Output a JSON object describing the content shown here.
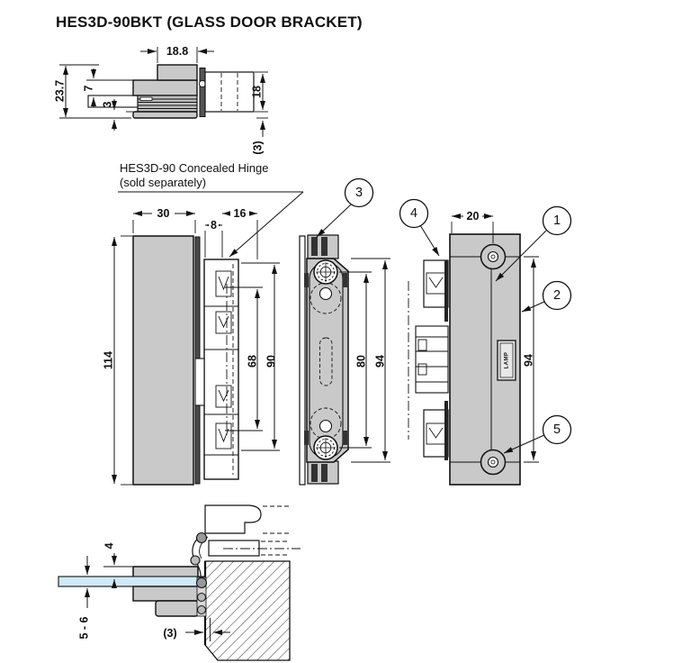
{
  "title": "HES3D-90BKT (GLASS DOOR BRACKET)",
  "note": {
    "line1": "HES3D-90 Concealed Hinge",
    "line2": "(sold separately)"
  },
  "callouts": {
    "c1": "1",
    "c2": "2",
    "c3": "3",
    "c4": "4",
    "c5": "5"
  },
  "top_view": {
    "bracket_width": "18.8",
    "total_height": "23.7",
    "glass_inset": "7",
    "bottom_plate": "3",
    "frame_height": "18",
    "frame_gap": "(3)"
  },
  "side_view": {
    "door_width": "30",
    "hinge_offset": "8",
    "bracket_depth": "16",
    "door_height": "114",
    "screw_span": "68",
    "body_span": "90"
  },
  "front_view": {
    "screw_pitch": "80",
    "body_height": "94"
  },
  "back_view": {
    "screw_edge_offset": "20",
    "body_height": "94",
    "badge": "LAMP"
  },
  "bottom_view": {
    "plate_edge": "4",
    "glass_thickness": "5 - 6",
    "frame_gap": "(3)"
  },
  "colors": {
    "line": "#111111",
    "metal_gray": "#c9c9c9",
    "glass_blue": "#cfe9f6",
    "paper": "#ffffff"
  }
}
